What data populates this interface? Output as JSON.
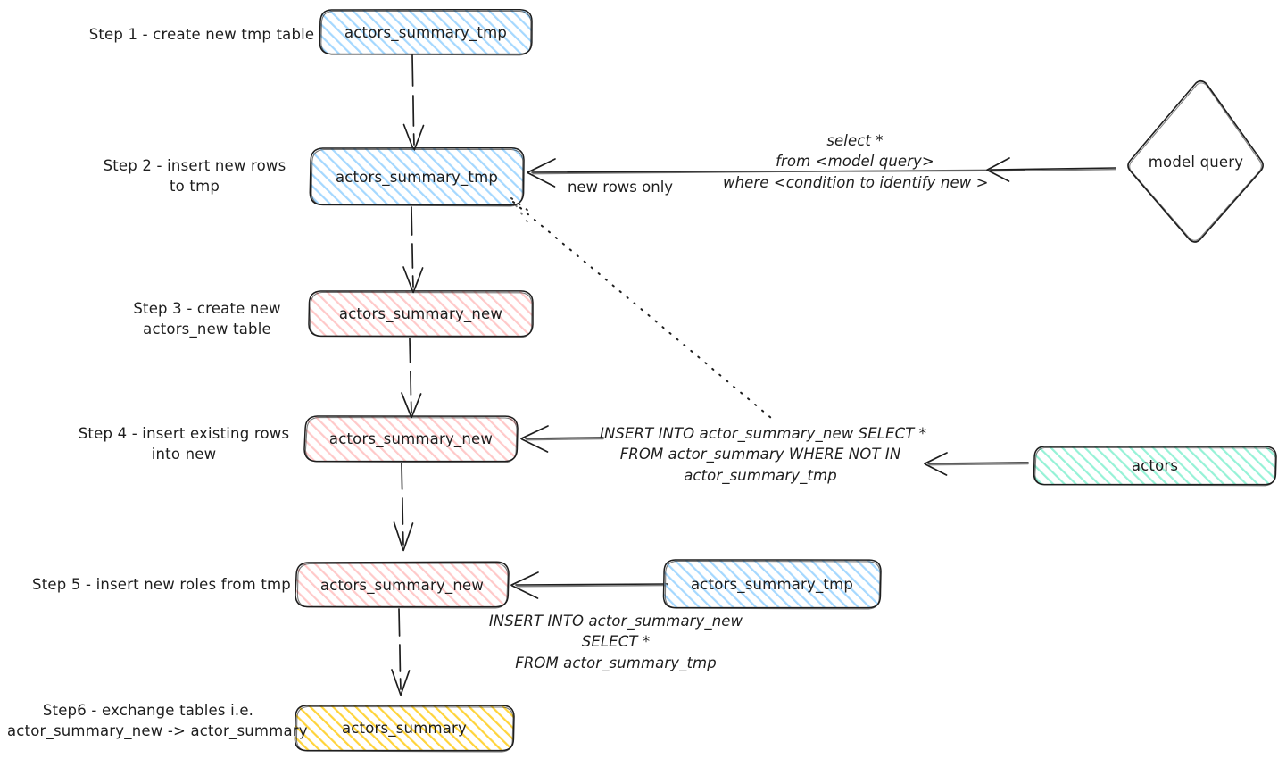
{
  "diagram": {
    "title": "Incremental table swap workflow",
    "background": "#ffffff",
    "ink": "#1e1e1e",
    "palette": {
      "blue_stroke": "#1e1e1e",
      "blue_fill": "#a5d8ff",
      "red_stroke": "#1e1e1e",
      "red_fill": "#ffc9c9",
      "green_stroke": "#1e1e1e",
      "green_fill": "#96f2d7",
      "yellow_stroke": "#1e1e1e",
      "yellow_fill": "#ffec99",
      "plain_stroke": "#1e1e1e"
    }
  },
  "steps": [
    {
      "id": "step1",
      "label": "Step 1 - create new tmp table"
    },
    {
      "id": "step2",
      "label": "Step 2 - insert new rows\nto tmp"
    },
    {
      "id": "step3",
      "label": "Step 3 - create new\nactors_new table"
    },
    {
      "id": "step4",
      "label": "Step 4 - insert existing rows\ninto new"
    },
    {
      "id": "step5",
      "label": "Step 5 - insert new roles from tmp"
    },
    {
      "id": "step6",
      "label": "Step6 - exchange tables i.e.\nactor_summary_new -> actor_summary"
    }
  ],
  "nodes": [
    {
      "id": "n1",
      "label": "actors_summary_tmp",
      "shape": "rounded-rect",
      "color": "blue"
    },
    {
      "id": "n2",
      "label": "actors_summary_tmp",
      "shape": "rounded-rect",
      "color": "blue"
    },
    {
      "id": "n3",
      "label": "actors_summary_new",
      "shape": "rounded-rect",
      "color": "red"
    },
    {
      "id": "n4",
      "label": "actors_summary_new",
      "shape": "rounded-rect",
      "color": "red"
    },
    {
      "id": "n5",
      "label": "actors_summary_new",
      "shape": "rounded-rect",
      "color": "red"
    },
    {
      "id": "n6",
      "label": "actors_summary",
      "shape": "rounded-rect",
      "color": "yellow"
    },
    {
      "id": "nq",
      "label": "model query",
      "shape": "diamond",
      "color": "plain"
    },
    {
      "id": "na",
      "label": "actors",
      "shape": "rounded-rect",
      "color": "green"
    },
    {
      "id": "nt",
      "label": "actors_summary_tmp",
      "shape": "rounded-rect",
      "color": "blue"
    }
  ],
  "edge_labels": [
    {
      "id": "e_new_rows",
      "text": "new rows only"
    },
    {
      "id": "e_model_query",
      "text": "select *\nfrom <model query>\nwhere <condition to identify new >"
    },
    {
      "id": "e_insert_existing",
      "text": "INSERT INTO actor_summary_new SELECT *\nFROM actor_summary WHERE NOT IN\nactor_summary_tmp"
    },
    {
      "id": "e_insert_new_roles",
      "text": "INSERT INTO actor_summary_new\nSELECT *\nFROM actor_summary_tmp"
    }
  ]
}
